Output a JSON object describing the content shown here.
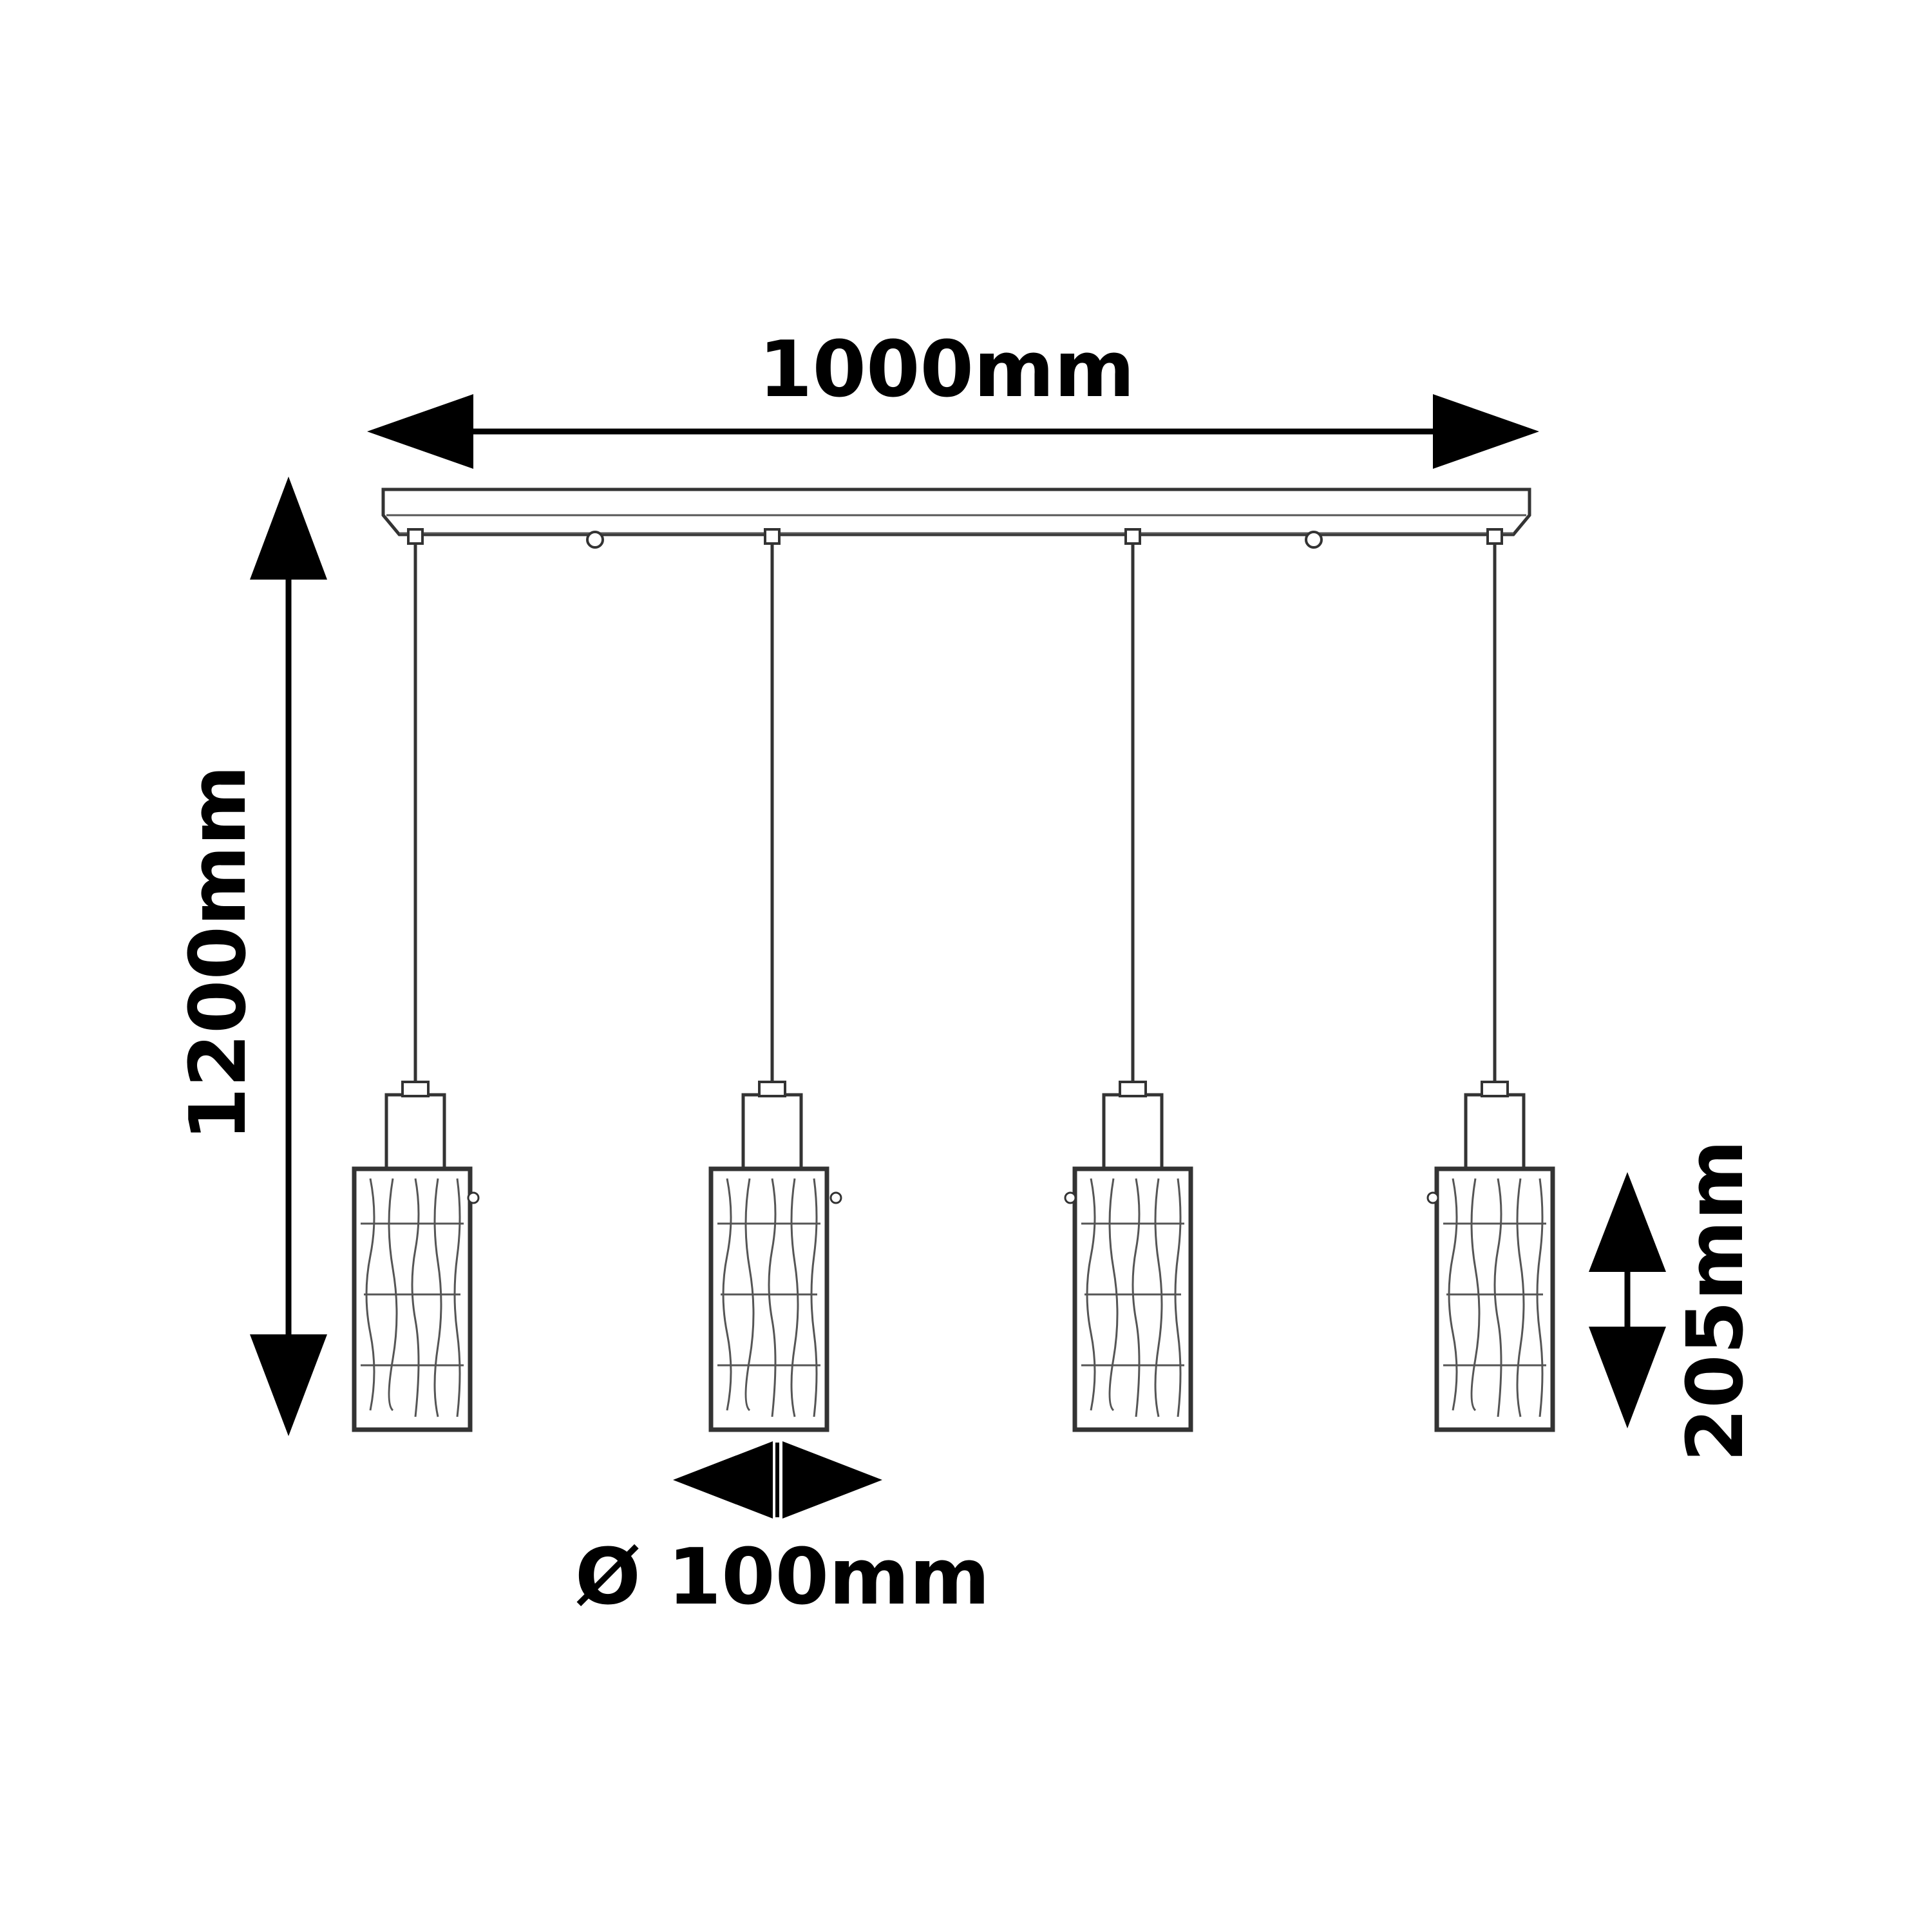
{
  "dimensions": {
    "total_width": "1000mm",
    "total_height": "1200mm",
    "shade_height": "205mm",
    "shade_diameter": "Ø 100mm"
  },
  "colors": {
    "line": "#000000",
    "fill": "#ffffff",
    "fixture_outline": "#333333"
  },
  "pendants": {
    "count": 4
  }
}
